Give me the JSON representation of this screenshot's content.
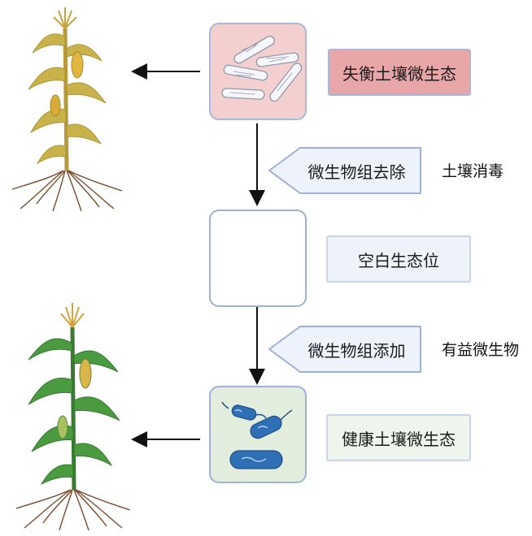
{
  "labels": {
    "imbalanced": "失衡土壤微生态",
    "removal": "微生物组去除",
    "disinfection": "土壤消毒",
    "niche": "空白生态位",
    "addition": "微生物组添加",
    "beneficial": "有益微生物",
    "healthy": "健康土壤微生态"
  },
  "colors": {
    "imbalanced_fill": "#e8a6a8",
    "imbalanced_box": "#f3cfcf",
    "healthy_box": "#e3eddd",
    "label_fill": "#eef2fb",
    "border": "#9db2d6",
    "sick_plant": "#c9b24a",
    "healthy_plant": "#3f8c3a"
  }
}
